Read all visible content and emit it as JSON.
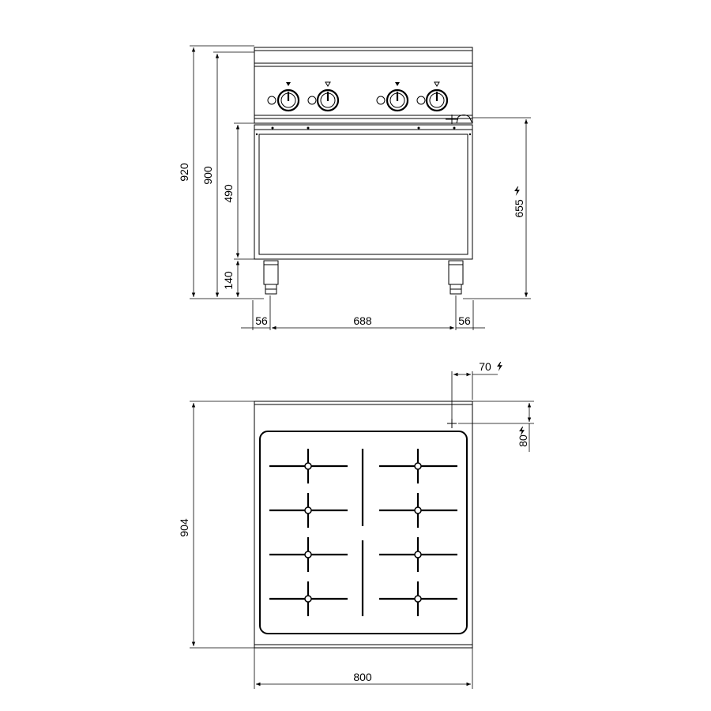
{
  "front_view": {
    "height_total": "920",
    "height_worktop": "900",
    "height_compartment": "490",
    "height_legs": "140",
    "height_connection": "655",
    "width_left_leg": "56",
    "width_between_legs": "688",
    "width_right_leg": "56"
  },
  "top_view": {
    "depth": "904",
    "width": "800",
    "connection_offset_x": "70",
    "connection_offset_y": "80"
  },
  "icons": {
    "electric_connection": "lightning-bolt-icon"
  }
}
